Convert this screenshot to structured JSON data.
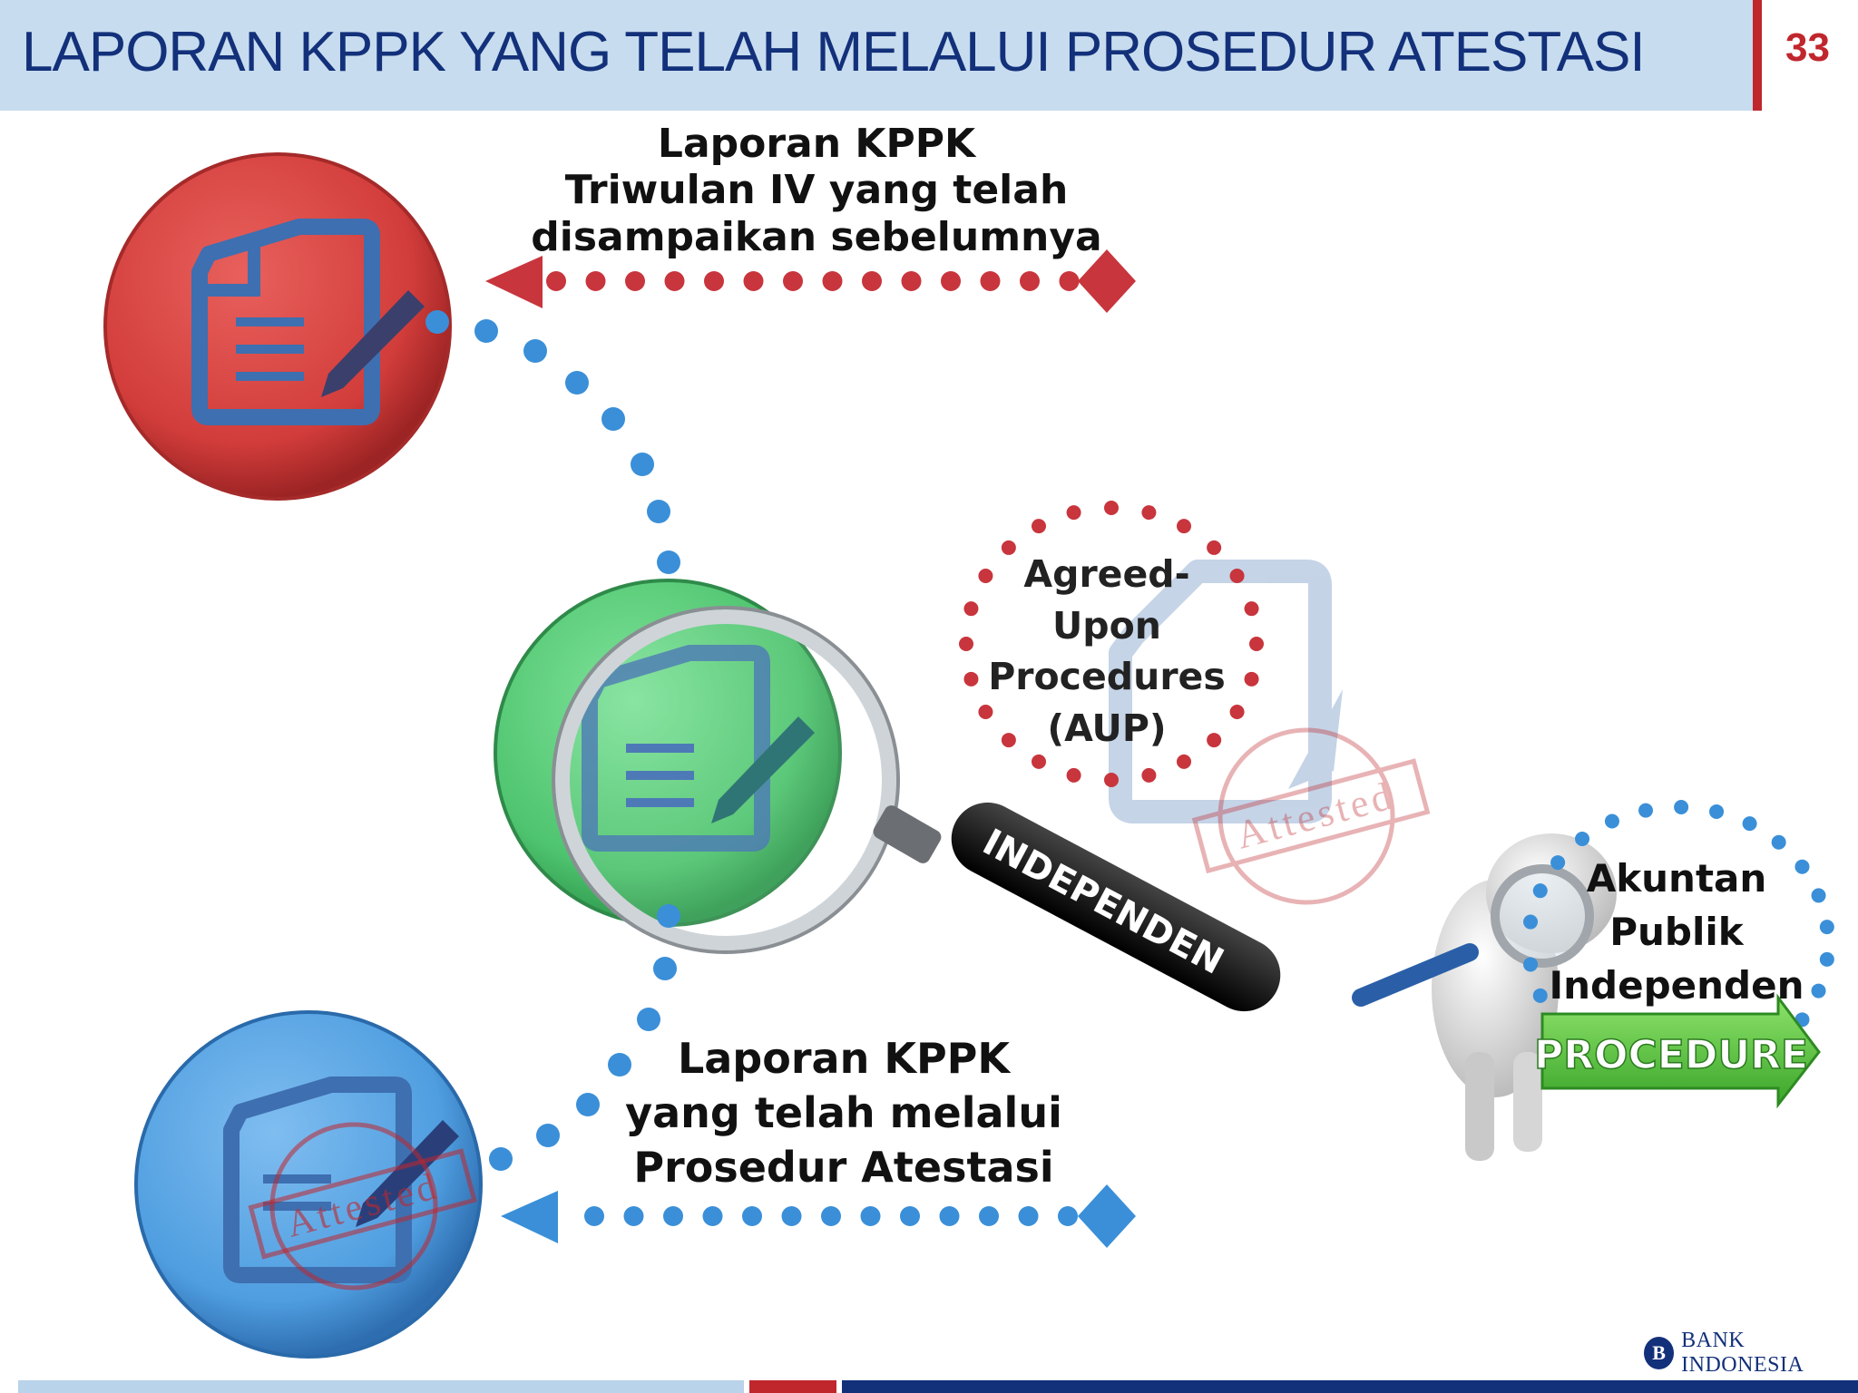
{
  "header": {
    "title": "LAPORAN KPPK YANG TELAH MELALUI PROSEDUR ATESTASI",
    "page_number": "33"
  },
  "captions": {
    "top_lines": [
      "Laporan KPPK",
      "Triwulan IV yang telah",
      "disampaikan sebelumnya"
    ],
    "bottom_lines": [
      "Laporan KPPK",
      "yang telah melalui",
      "Prosedur Atestasi"
    ]
  },
  "aup_lines": [
    "Agreed-",
    "Upon",
    "Procedures",
    "(AUP)"
  ],
  "akuntan_lines": [
    "Akuntan",
    "Publik",
    "Independen"
  ],
  "magnifier_label": "INDEPENDEN",
  "procedure_label": "PROCEDURE",
  "stamp_text": "Attested",
  "logo_text": "BANK INDONESIA",
  "logo_mark": "B",
  "icons": {
    "top_circle": "document-edit-icon",
    "middle_circle": "document-edit-icon",
    "bottom_circle": "document-attested-icon",
    "magnifier": "magnifying-glass-icon",
    "figure": "person-with-magnifier-icon"
  },
  "colors": {
    "header_bg": "#c7dcef",
    "title": "#13307a",
    "accent_red": "#c0272d",
    "red_circle": "#d7413f",
    "green_circle": "#5bd07c",
    "blue_circle": "#5ea9e6",
    "dot_blue": "#3a8fd8",
    "dot_red": "#c8353d"
  }
}
